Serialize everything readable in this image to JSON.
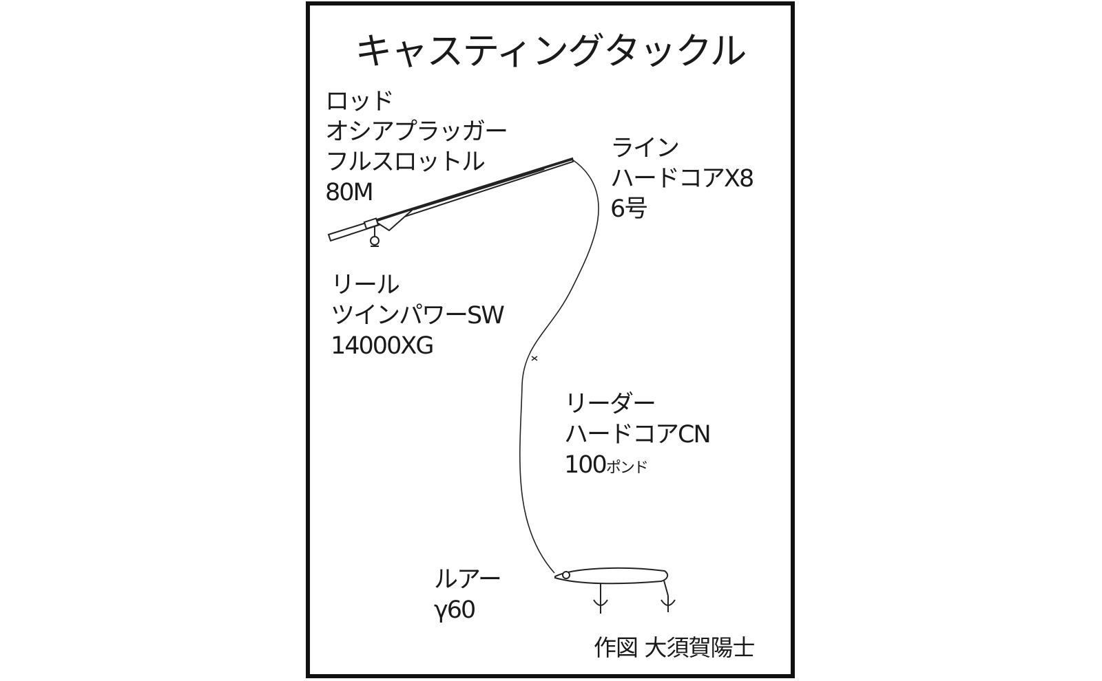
{
  "title": "キャスティングタックル",
  "rod": {
    "heading": "ロッド",
    "name1": "オシアプラッガー",
    "name2": "フルスロットル",
    "model": "80M"
  },
  "line": {
    "heading": "ライン",
    "name": "ハードコアX8",
    "size": "6号"
  },
  "reel": {
    "heading": "リール",
    "name": "ツインパワーSW",
    "model": "14000XG"
  },
  "leader": {
    "heading": "リーダー",
    "name": "ハードコアCN",
    "strength_num": "100",
    "strength_unit": "ポンド"
  },
  "lure": {
    "heading": "ルアー",
    "name": "γ60"
  },
  "credit": "作図 大須賀陽士"
}
